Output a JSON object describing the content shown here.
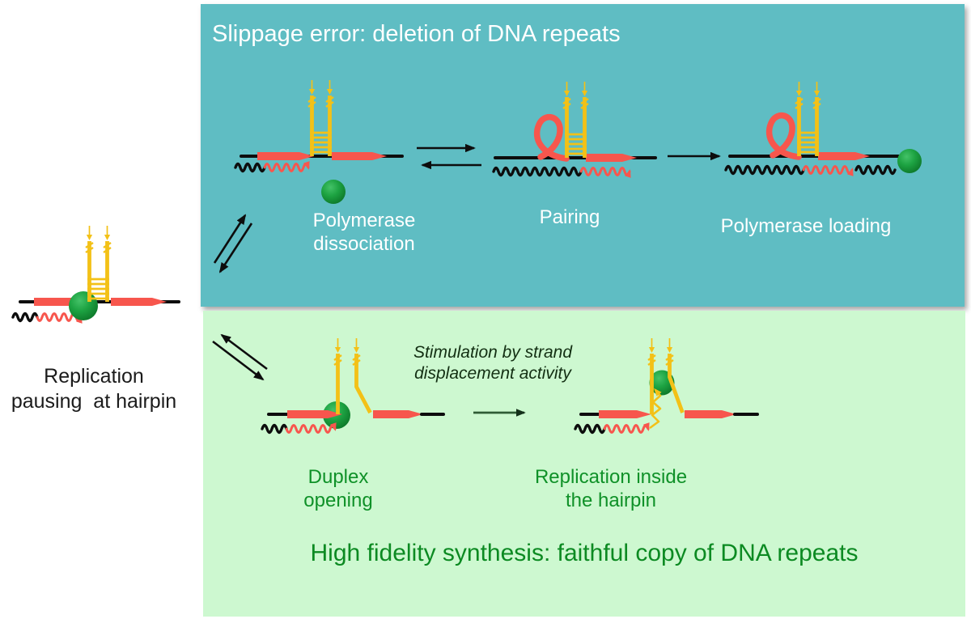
{
  "figure": {
    "top_panel": {
      "title": "Slippage error: deletion of DNA repeats",
      "step1_label": "Polymerase\ndissociation",
      "step2_label": "Pairing",
      "step3_label": "Polymerase loading"
    },
    "bottom_panel": {
      "annotation": "Stimulation by strand\ndisplacement activity",
      "step1_label": "Duplex\nopening",
      "step2_label": "Replication inside\nthe hairpin",
      "title": "High fidelity synthesis: faithful copy of DNA repeats"
    },
    "left_label": "Replication\npausing  at hairpin"
  },
  "colors": {
    "top_panel_bg": "#5fbdc3",
    "bottom_panel_bg": "#cdf8d0",
    "dna_hairpin_yellow": "#f3c117",
    "primer_red": "#f7564d",
    "polymerase_green": "#1f9e3c",
    "template_black": "#0d0d0d",
    "top_panel_text": "#ffffff",
    "bottom_panel_text": "#0c8a22"
  }
}
